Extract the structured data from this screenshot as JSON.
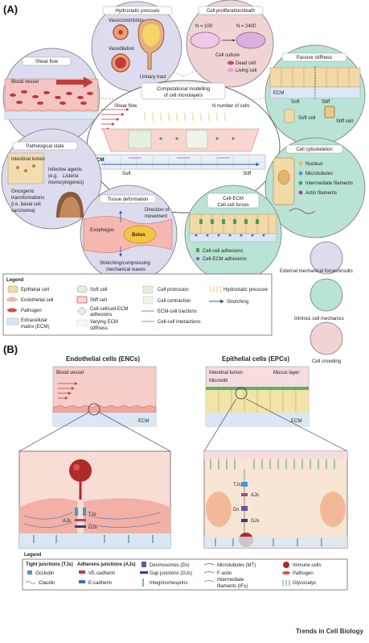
{
  "panelA": {
    "label": "(A)",
    "hydrostatic": {
      "title": "Hydrostatic pressure",
      "vasoconstriction": "Vasoconstriction",
      "vasodilation": "Vasodilation",
      "urinary": "Urinary tract"
    },
    "proliferation": {
      "title": "Cell proliferation/death",
      "n_before": "N = 100",
      "n_after": "N = 2400",
      "culture": "Cell culture",
      "dead": "Dead cell",
      "living": "Living cell"
    },
    "shear": {
      "title": "Shear flow",
      "vessel": "Blood vessel"
    },
    "passive": {
      "title": "Passive stiffness",
      "ecm": "ECM",
      "soft": "Soft",
      "stiff": "Stiff",
      "soft_cell": "Soft cell",
      "stiff_cell": "Stiff cell"
    },
    "central": {
      "title_1": "Computational modelling",
      "title_2": "of cell monolayers",
      "shear_flow": "Shear flow",
      "n_cells": "N number of cells",
      "ecm": "ECM",
      "soft": "Soft",
      "stiff": "Stiff"
    },
    "pathological": {
      "title": "Pathological state",
      "lumen": "Intestinal lumen",
      "infective_1": "Infective agents",
      "infective_2": "(e.g.",
      "infective_3": "Listeria",
      "infective_4": "monocytogenes)",
      "onco_1": "Oncogenic",
      "onco_2": "transformations",
      "onco_3": "(i.e. basal cell",
      "onco_4": "carcinoma)"
    },
    "cytoskeleton": {
      "title": "Cell cytoskeleton",
      "nucleus": "Nucleus",
      "microtubules": "Microtubules",
      "intermediate": "Intermediate filaments",
      "actin": "Actin filaments"
    },
    "deformation": {
      "title": "Tissue deformation",
      "direction_1": "Direction of",
      "direction_2": "movement",
      "esophagus": "Esophagus",
      "bolus": "Bolus",
      "waves_1": "Stretching/compressing",
      "waves_2": "mechanical waves"
    },
    "cellecm": {
      "title_1": "Cell-ECM",
      "title_2": "Cell-cell forces",
      "cell_adh": "Cell-cell adhesions",
      "ecm_adh": "Cell-ECM adhesions"
    },
    "side_legend": {
      "external": "External mechanical forces/insults",
      "intrinsic": "Intrinsic cell mechanics",
      "crowding": "Cell crowding"
    },
    "legend": {
      "title": "Legend",
      "epithelial": "Epithelial cell",
      "endothelial": "Endothelial cell",
      "pathogen": "Pathogen",
      "ecm_1": "Extracellular",
      "ecm_2": "matrix (ECM)",
      "soft": "Soft cell",
      "stiff": "Stiff cell",
      "adh_1": "Cell-cell/cell-ECM",
      "adh_2": "adhesions",
      "var_1": "Varying ECM",
      "var_2": "stiffness",
      "protrusion": "Cell protrusion",
      "contraction": "Cell contraction",
      "ecm_tractions": "ECM-cell tractions",
      "cell_interactions": "Cell-cell interactions",
      "hydrostatic": "Hydrostatic pressure",
      "stretching": "Stretching"
    }
  },
  "panelB": {
    "label": "(B)",
    "enc": {
      "title": "Endothelial cells (ENCs)",
      "vessel": "Blood vessel",
      "ecm": "ECM",
      "tjs": "TJs",
      "ajs": "AJs",
      "gjs": "GJs"
    },
    "epc": {
      "title": "Epithelial cells (EPCs)",
      "lumen": "Intestinal lumen",
      "mucus": "Mucus layer",
      "microvilli": "Microvilli",
      "ecm": "ECM",
      "tjs": "TJs",
      "ajs": "AJs",
      "ds": "Ds",
      "gjs": "GJs"
    },
    "legend": {
      "title": "Legend",
      "tj_head": "Tight junctions (TJs)",
      "occludin": "Occludin",
      "claudin": "Claudin",
      "aj_head": "Adherens junctions (AJs)",
      "ve": "VE-cadherin",
      "e": "E-cadherin",
      "desmosomes": "Desmosomes (Ds)",
      "gap": "Gap junctions (GJs)",
      "integrins": "Integrins/nesprins",
      "mt": "Microtubules (MT)",
      "factin": "F-actin",
      "ifs_1": "Intermediate",
      "ifs_2": "filaments (IFs)",
      "immune": "Immune cells",
      "pathogen": "Pathogen",
      "glycocalyx": "Glycocalyx"
    }
  },
  "footer": "Trends in Cell Biology",
  "colors": {
    "external": "#dcdcee",
    "intrinsic": "#b9e3d4",
    "crowding": "#f0d4d4",
    "cell": "#f6c9c5",
    "ecm": "#d9e7f5",
    "border": "#7a7a7a"
  }
}
